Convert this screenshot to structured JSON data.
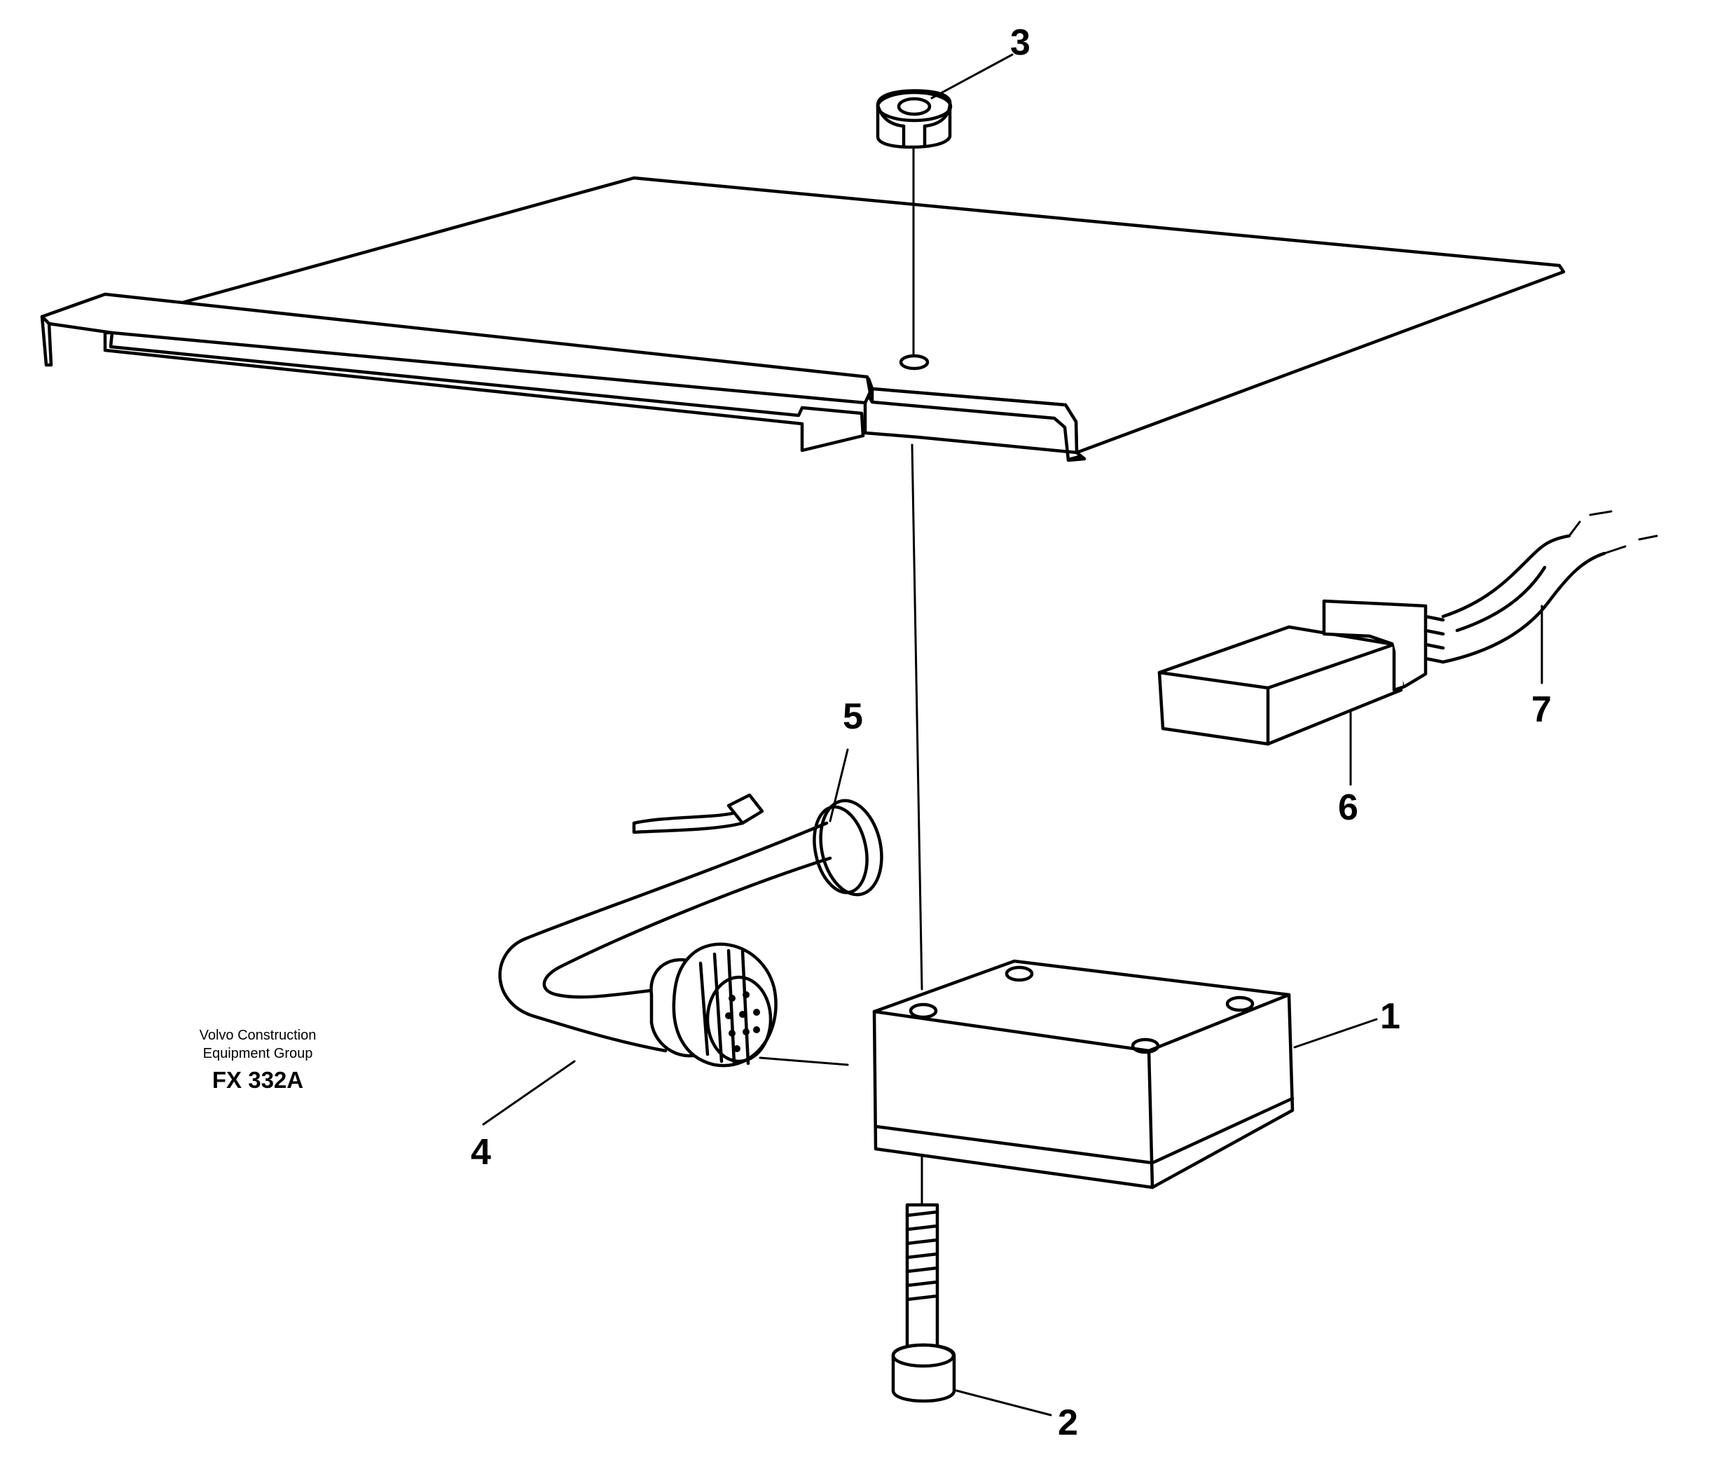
{
  "callouts": [
    "1",
    "2",
    "3",
    "4",
    "5",
    "6",
    "7"
  ],
  "credit": {
    "line1": "Volvo Construction",
    "line2": "Equipment Group",
    "code": "FX 332A"
  }
}
